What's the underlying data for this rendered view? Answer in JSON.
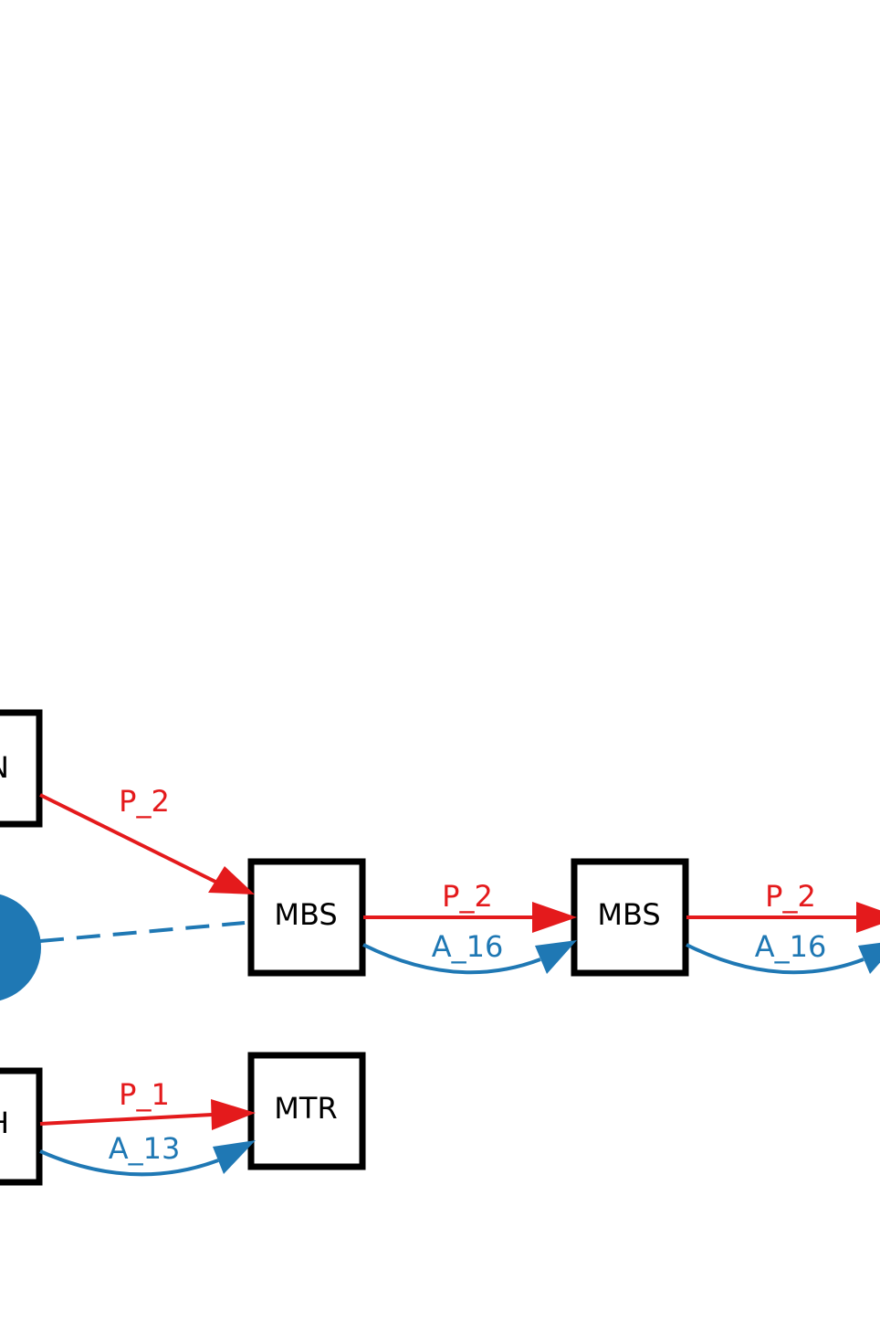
{
  "colors": {
    "p_edge": "#e41a1c",
    "a_edge": "#1f78b4",
    "node_stroke": "#000000",
    "node_fill": "#ffffff",
    "background": "#ffffff"
  },
  "nodes": {
    "n_top_left": {
      "label": "N"
    },
    "h_bottom_left": {
      "label": "H"
    },
    "mbs_1": {
      "label": "MBS"
    },
    "mbs_2": {
      "label": "MBS"
    },
    "mtr": {
      "label": "MTR"
    }
  },
  "edges": {
    "n_to_mbs1": {
      "label": "P_2"
    },
    "mbs1_to_mbs2_p": {
      "label": "P_2"
    },
    "mbs1_to_mbs2_a": {
      "label": "A_16"
    },
    "mbs2_to_next_p": {
      "label": "P_2"
    },
    "mbs2_to_next_a": {
      "label": "A_16"
    },
    "h_to_mtr_p": {
      "label": "P_1"
    },
    "h_to_mtr_a": {
      "label": "A_13"
    }
  }
}
